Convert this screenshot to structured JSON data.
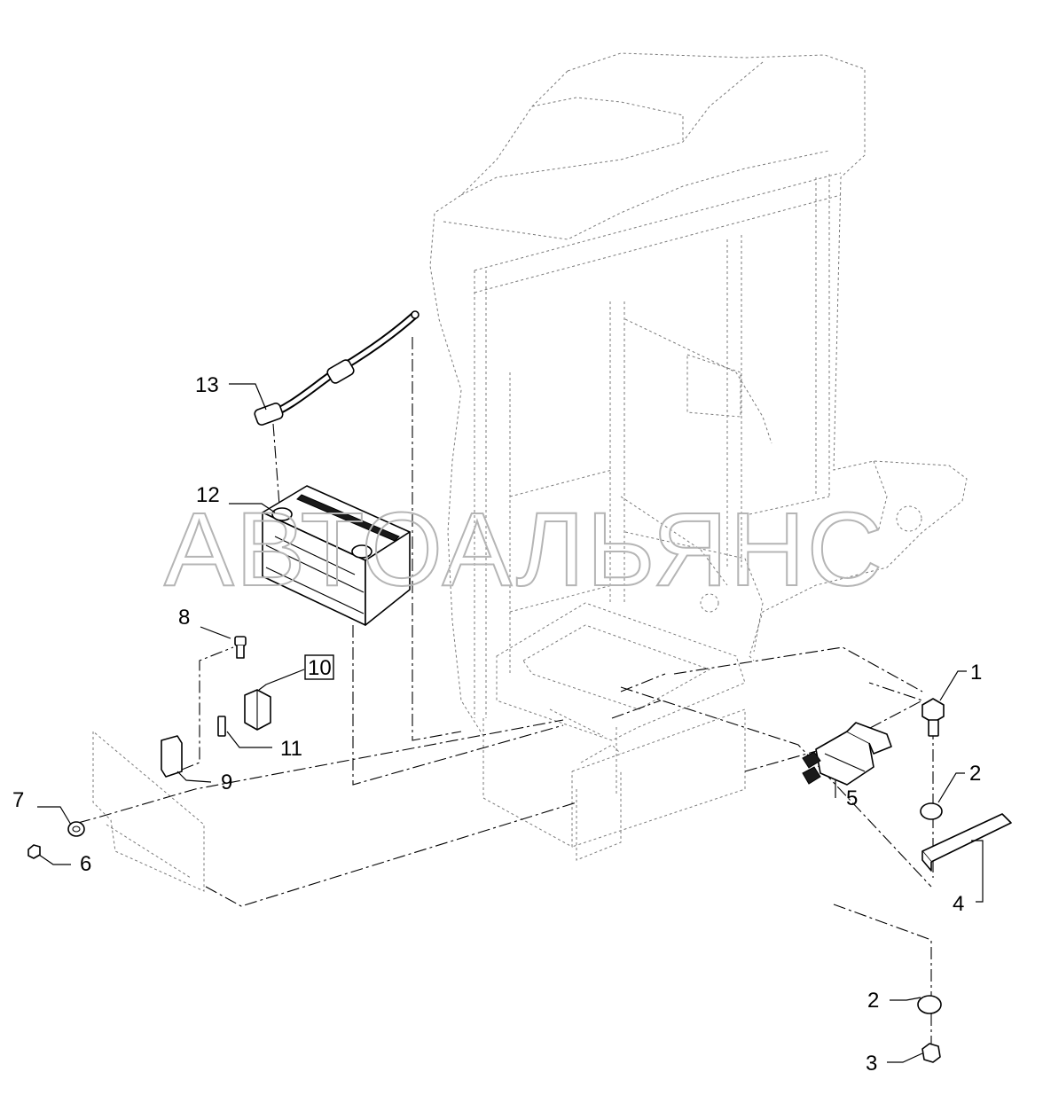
{
  "watermark": "АВТОАЛЬЯНС",
  "callouts": {
    "c1": "1",
    "c2a": "2",
    "c2b": "2",
    "c3": "3",
    "c4": "4",
    "c5": "5",
    "c6": "6",
    "c7": "7",
    "c8": "8",
    "c9": "9",
    "c10": "10",
    "c11": "11",
    "c12": "12",
    "c13": "13"
  }
}
